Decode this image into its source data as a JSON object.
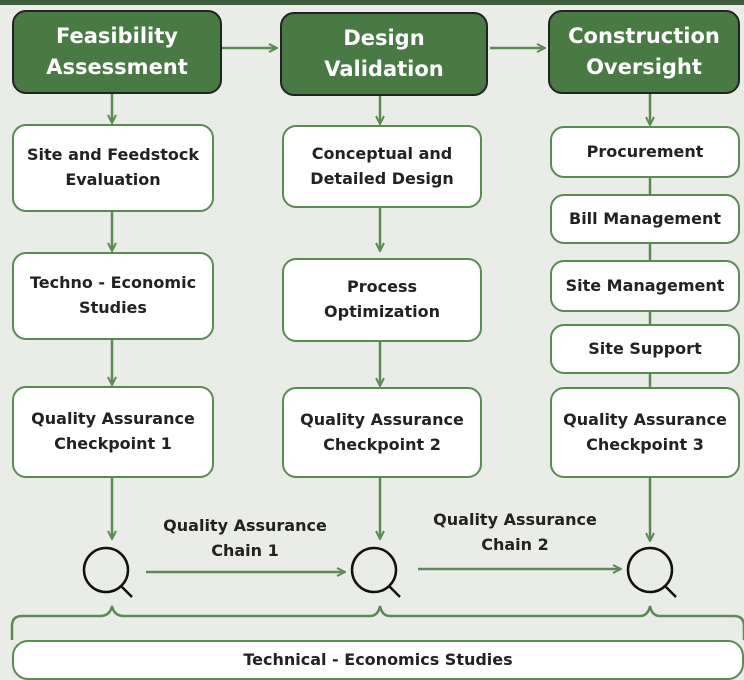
{
  "colors": {
    "header_fill": "#4a7a44",
    "border": "#5c8a55",
    "arrow": "#5c8a55",
    "background": "#eaece8"
  },
  "columns": [
    {
      "header": "Feasibility\nAssessment",
      "steps": [
        "Site and Feedstock\nEvaluation",
        "Techno - Economic\nStudies",
        "Quality Assurance\nCheckpoint 1"
      ]
    },
    {
      "header": "Design\nValidation",
      "steps": [
        "Conceptual and\nDetailed Design",
        "Process\nOptimization",
        "Quality Assurance\nCheckpoint 2"
      ]
    },
    {
      "header": "Construction\nOversight",
      "steps": [
        "Procurement",
        "Bill Management",
        "Site Management",
        "Site Support",
        "Quality Assurance\nCheckpoint 3"
      ]
    }
  ],
  "chains": [
    "Quality Assurance\nChain 1",
    "Quality Assurance\nChain 2"
  ],
  "icons": [
    "magnifier-icon",
    "magnifier-icon",
    "magnifier-icon"
  ],
  "footer": "Technical - Economics Studies"
}
